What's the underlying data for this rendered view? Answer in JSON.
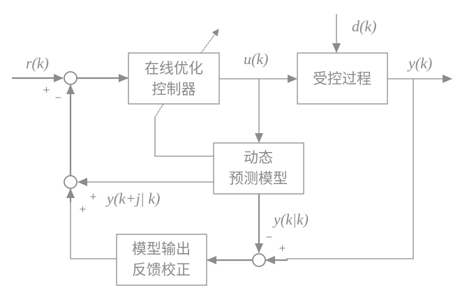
{
  "diagram": {
    "title": "Model predictive control block diagram",
    "blocks": {
      "controller": [
        "在线优化",
        "控制器"
      ],
      "plant": "受控过程",
      "prediction_model": [
        "动态",
        "预测模型"
      ],
      "feedback_correction": [
        "模型输出",
        "反馈校正"
      ]
    },
    "signals": {
      "reference": "r(k)",
      "control": "u(k)",
      "disturbance": "d(k)",
      "output": "y(k)",
      "prediction": "y(k+j| k)",
      "model_output": "y(k|k)"
    },
    "signs": {
      "top_sum_left": "+",
      "top_sum_bottom": "−",
      "mid_sum_right": "+",
      "mid_sum_bottom": "+",
      "bottom_sum_top": "−",
      "bottom_sum_right": "+"
    },
    "colors": {
      "stroke": "#8c8c8c",
      "text": "#8a8a8a",
      "background": "#ffffff"
    }
  }
}
